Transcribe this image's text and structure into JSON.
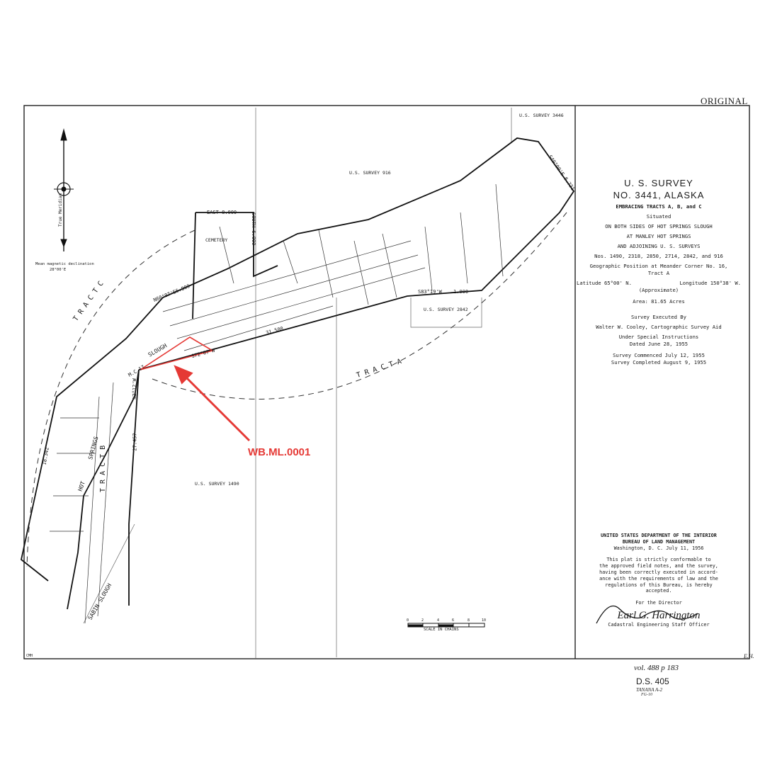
{
  "header": {
    "original_label": "ORIGINAL"
  },
  "title_block": {
    "survey_title": "U. S. SURVEY",
    "survey_number": "NO. 3441, ALASKA",
    "embracing": "EMBRACING TRACTS A, B, and C",
    "situated": "Situated",
    "location_1": "ON BOTH SIDES OF HOT SPRINGS SLOUGH",
    "location_2": "AT MANLEY HOT SPRINGS",
    "location_3": "AND ADJOINING U. S. SURVEYS",
    "survey_nos": "Nos. 1490, 2318, 2850, 2714, 2842, and 916",
    "geo_position": "Geographic Position at Meander Corner No. 16,",
    "geo_tract": "Tract A",
    "latitude": "Latitude 65°00' N.",
    "longitude": "Longitude 150°38' W.",
    "approximate": "(Approximate)",
    "area": "Area: 81.65 Acres",
    "executed_by": "Survey Executed By",
    "surveyor": "Walter W. Cooley,  Cartographic Survey Aid",
    "instructions": "Under Special Instructions",
    "instructions_date": "Dated June 28, 1955",
    "commenced": "Survey Commenced July 12, 1955",
    "completed": "Survey Completed August 9, 1955"
  },
  "approval": {
    "dept": "UNITED STATES DEPARTMENT OF THE INTERIOR",
    "bureau": "BUREAU OF LAND MANAGEMENT",
    "place_date": "Washington, D. C.        July 11, 1956",
    "statement_1": "This plat is strictly conformable to",
    "statement_2": "the approved field notes, and the survey,",
    "statement_3": "having been correctly executed in accord-",
    "statement_4": "ance with the requirements of law and the",
    "statement_5": "regulations of this Bureau, is hereby",
    "statement_6": "accepted.",
    "for_director": "For the Director",
    "signature": "Earl G. Harrington",
    "officer": "Cadastral Engineering Staff Officer"
  },
  "map": {
    "us_survey_916": "U.S.  SURVEY  916",
    "us_survey_3446": "U.S. SURVEY  3446",
    "us_survey_1490": "U.S.  SURVEY  1490",
    "us_survey_2842": "U.S. SURVEY 2842",
    "tract_a": "T R A C T     A",
    "tract_b": "T R A C T   B",
    "tract_c": "T R A C T     C",
    "slough": "SLOUGH",
    "hot": "HOT",
    "springs": "SPRINGS",
    "sabin_slough": "SABIN   SLOUGH",
    "cemetery": "CEMETERY",
    "mag_declination": "Mean magnetic declination",
    "mag_value": "28°00'E",
    "true_meridian": "True Meridian",
    "scale_label": "SCALE  IN  CHAINS",
    "scale_ticks": [
      "0",
      "2",
      "4",
      "6",
      "8",
      "10"
    ],
    "corner_east": "EAST",
    "east_dist": "8.000",
    "south_label": "SOUTH 6.000",
    "bearing_main": "S72°07'W",
    "dist_main": "31.580",
    "bearing_s83": "S83°19'W",
    "dist_1000": "1.000",
    "bearing_n2": "N2°12'W",
    "n60": "N60°07'E6.800",
    "bearing_s1": "S49°00'E 8.731",
    "dist_18342": "18.342",
    "dist_27457": "27.457",
    "mc17": "M.C.17",
    "cmh": "CMH"
  },
  "annotation": {
    "label": "WB.ML.0001",
    "color": "#e53935"
  },
  "footer": {
    "vol": "vol. 488 p 183",
    "ds": "D.S. 405",
    "tanana": "TANANA A-2",
    "fg": "FG-10",
    "initials": "E.H."
  }
}
